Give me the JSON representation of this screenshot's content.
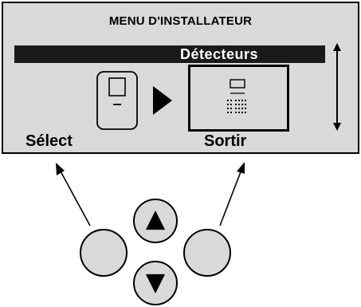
{
  "screen": {
    "title": "MENU D'INSTALLATEUR",
    "selected_item": "Détecteurs",
    "icons": {
      "current": "detector-device-icon",
      "separator": "right-triangle-icon",
      "target": "control-panel-icon",
      "scroll": "up-down-arrow-icon"
    },
    "softkeys": {
      "left_label": "Sélect",
      "right_label": "Sortir"
    }
  },
  "keypad": {
    "buttons": [
      {
        "name": "left-softkey-button",
        "icon": "none"
      },
      {
        "name": "up-button",
        "icon": "up-triangle-icon"
      },
      {
        "name": "down-button",
        "icon": "down-triangle-icon"
      },
      {
        "name": "right-softkey-button",
        "icon": "none"
      }
    ]
  },
  "colors": {
    "screen_background": "#d9d9d9",
    "highlight_bar": "#1a1a1a",
    "text": "#000000",
    "highlight_text": "#ffffff"
  }
}
